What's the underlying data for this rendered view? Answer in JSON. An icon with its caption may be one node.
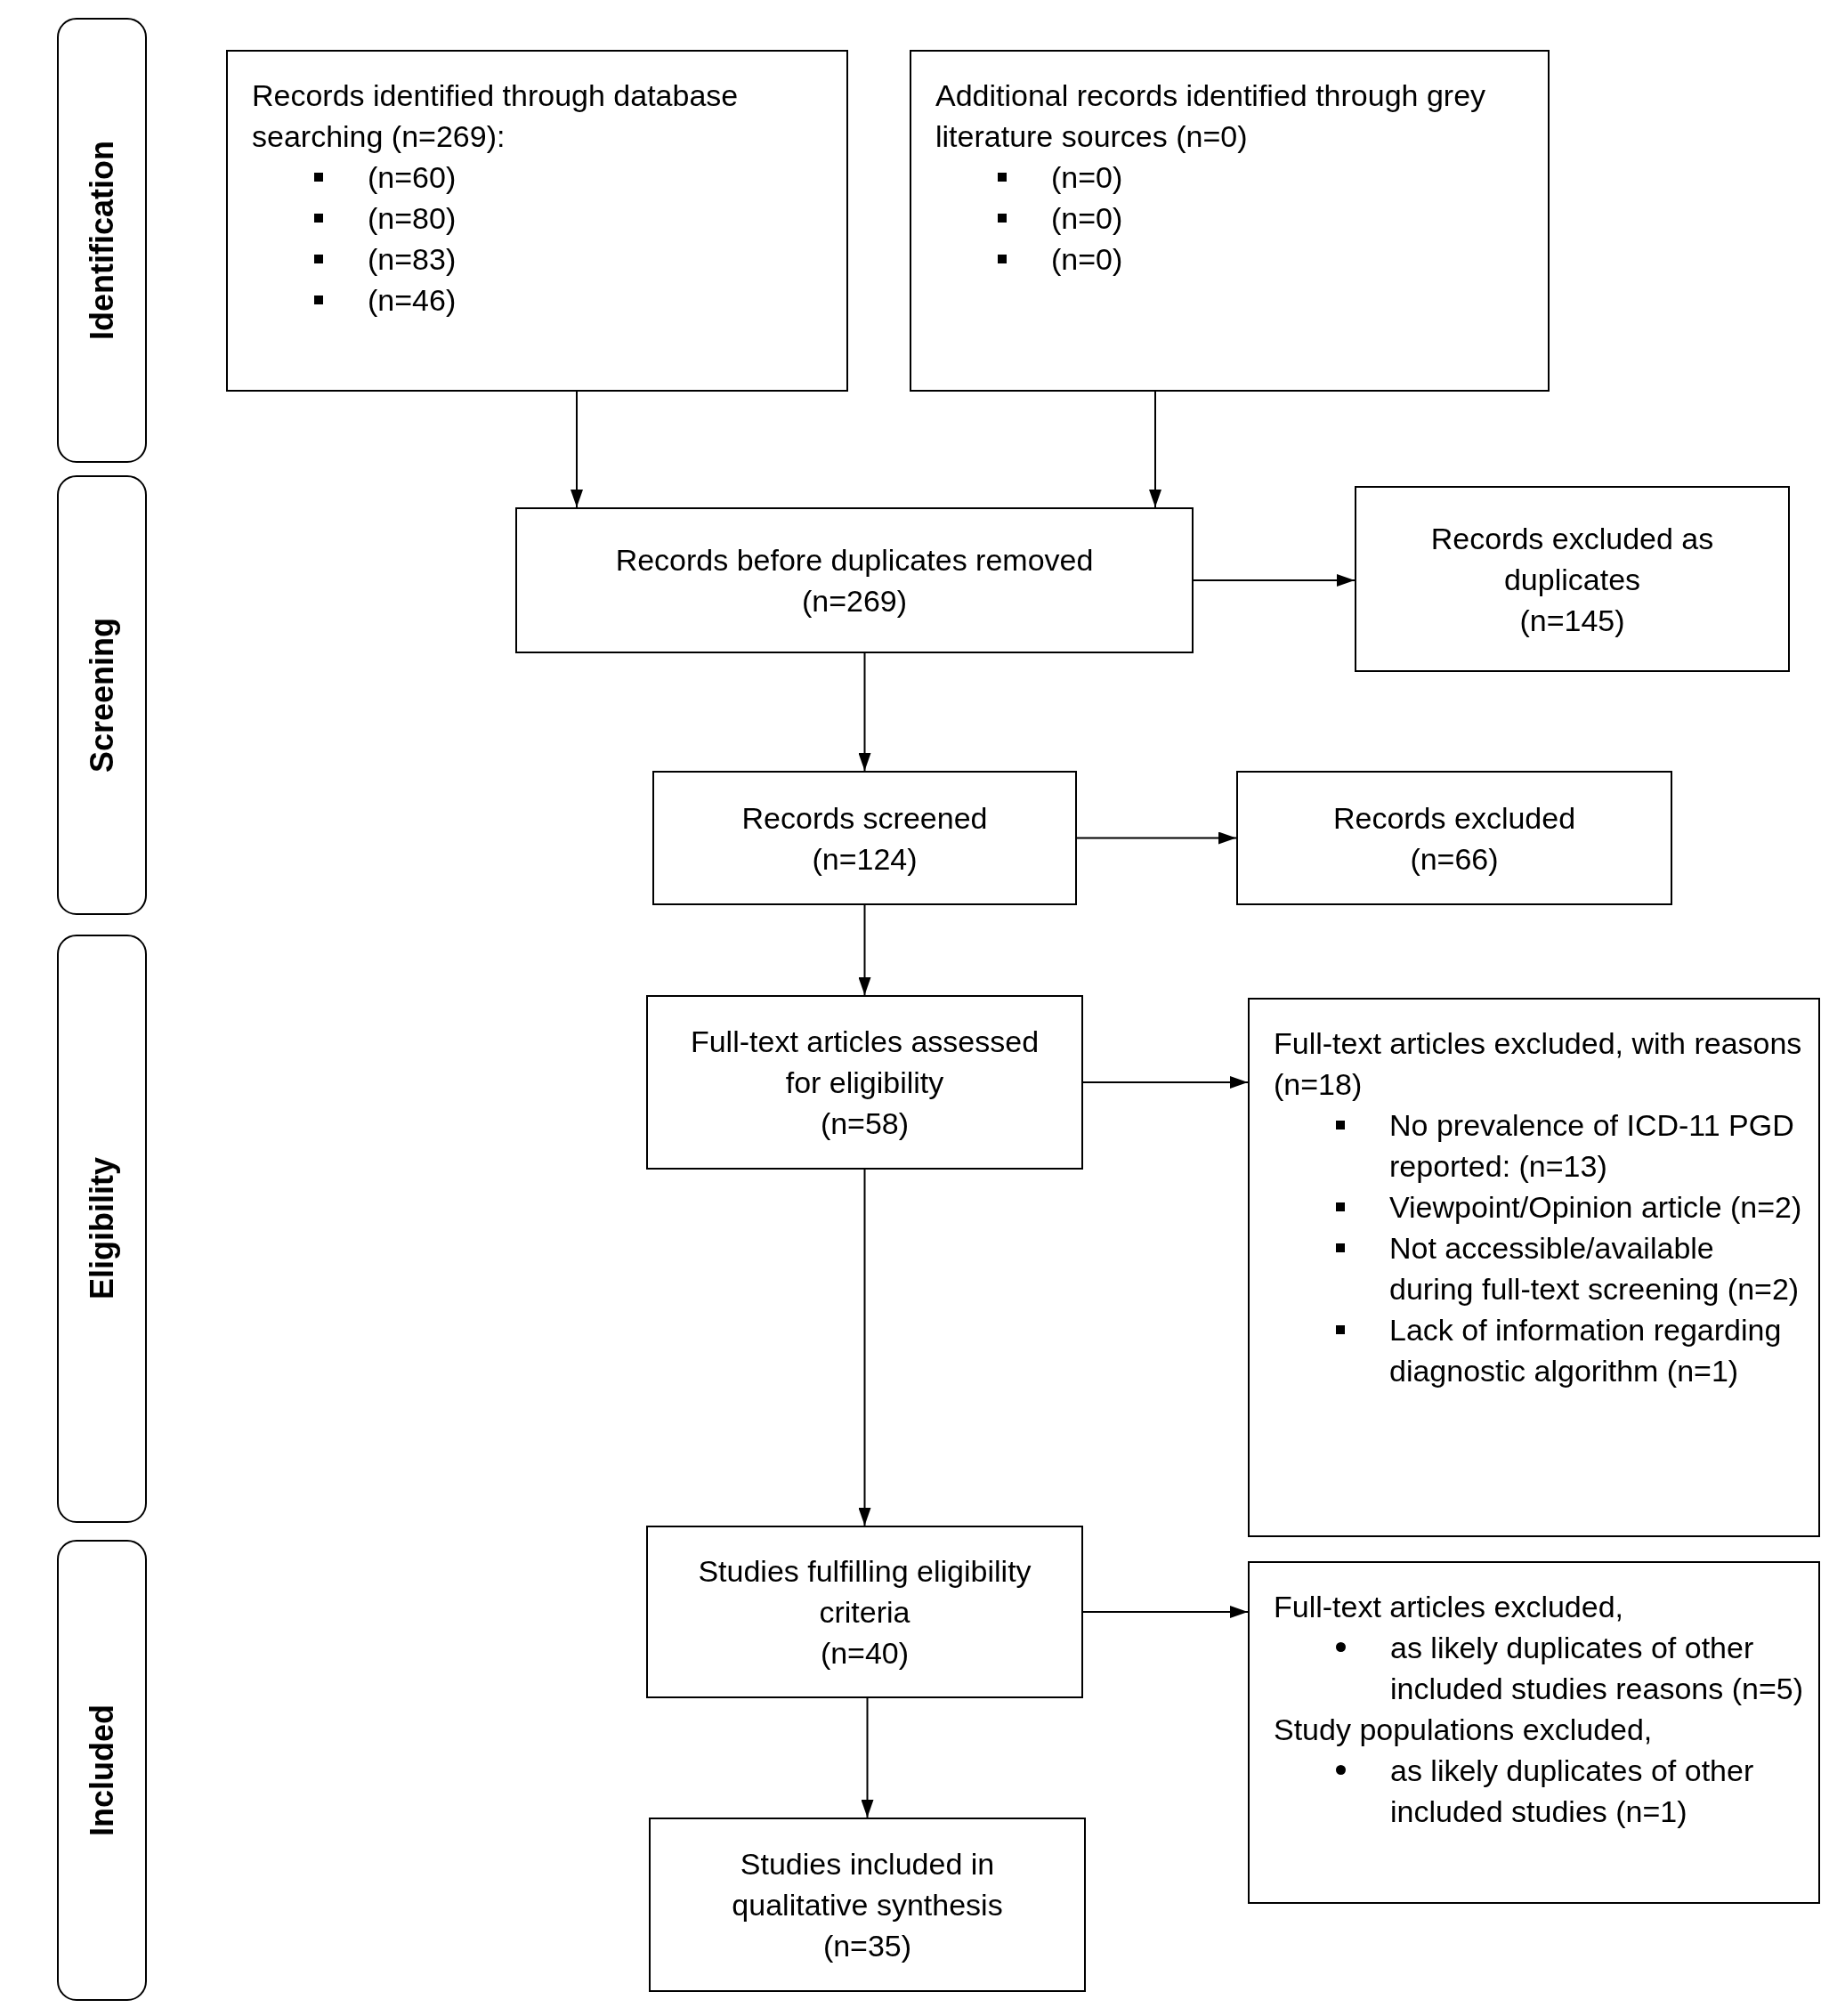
{
  "diagram": {
    "nodes": [
      {
        "text": [
          "Identification"
        ]
      },
      {
        "text": [
          "Records identified through database searching (n=269):",
          "(n=60)",
          "(n=80)",
          "(n=83)",
          "(n=46)"
        ]
      },
      {
        "text": [
          "Additional records identified through grey literature sources (n=0)",
          "(n=0)",
          "(n=0)",
          "(n=0)"
        ]
      },
      {
        "text": [
          "Screening"
        ]
      },
      {
        "text": [
          "Records before duplicates removed",
          "(n=269)"
        ]
      },
      {
        "text": [
          "Records excluded as duplicates",
          "(n=145)"
        ]
      },
      {
        "text": [
          "Records screened",
          "(n=124)"
        ]
      },
      {
        "text": [
          "Records excluded",
          "(n=66)"
        ]
      },
      {
        "text": [
          "Eligibility"
        ]
      },
      {
        "text": [
          "Full-text articles assessed for eligibility",
          "(n=58)"
        ]
      },
      {
        "text": [
          "Full-text articles excluded, with reasons (n=18)",
          "No prevalence of ICD-11 PGD reported: (n=13)",
          "Viewpoint/Opinion article (n=2)",
          "Not accessible/available during full-text screening (n=2)",
          "Lack of information regarding diagnostic algorithm (n=1)"
        ]
      },
      {
        "text": [
          "Included"
        ]
      },
      {
        "text": [
          "Studies fulfilling eligibility criteria",
          "(n=40)"
        ]
      },
      {
        "text": [
          "Full-text articles excluded,",
          "as likely duplicates of other included studies reasons (n=5)",
          "Study populations excluded,",
          "as likely duplicates of other included studies (n=1)"
        ]
      },
      {
        "text": [
          "Studies included in qualitative synthesis",
          "(n=35)"
        ]
      }
    ],
    "edges": [
      {
        "from": 1,
        "to": 4,
        "arrow": "to"
      },
      {
        "from": 2,
        "to": 4,
        "arrow": "to"
      },
      {
        "from": 4,
        "to": 5,
        "arrow": "to"
      },
      {
        "from": 4,
        "to": 6,
        "arrow": "to"
      },
      {
        "from": 6,
        "to": 7,
        "arrow": "to"
      },
      {
        "from": 6,
        "to": 9,
        "arrow": "to"
      },
      {
        "from": 9,
        "to": 10,
        "arrow": "to"
      },
      {
        "from": 9,
        "to": 12,
        "arrow": "to"
      },
      {
        "from": 12,
        "to": 13,
        "arrow": "to"
      },
      {
        "from": 12,
        "to": 14,
        "arrow": "to"
      }
    ]
  }
}
